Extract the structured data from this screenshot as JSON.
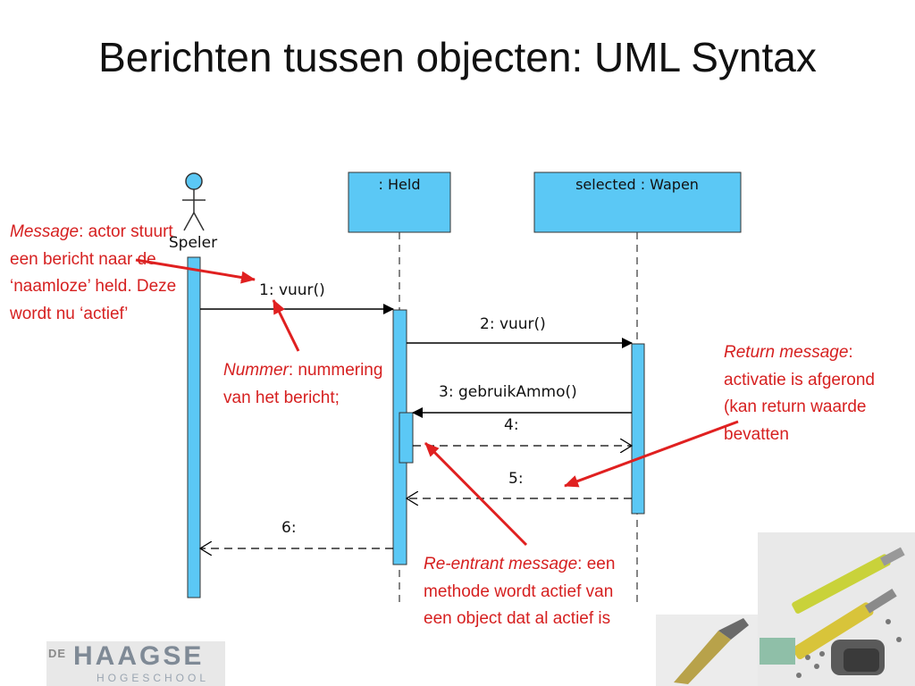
{
  "slide": {
    "title": "Berichten tussen objecten: UML Syntax"
  },
  "diagram": {
    "actor": "Speler",
    "objects": [
      ": Held",
      "selected : Wapen"
    ],
    "messages": [
      {
        "label": "1: vuur()",
        "type": "synchronous",
        "from": "Speler",
        "to": ": Held"
      },
      {
        "label": "2: vuur()",
        "type": "synchronous",
        "from": ": Held",
        "to": "selected : Wapen"
      },
      {
        "label": "3: gebruikAmmo()",
        "type": "synchronous",
        "from": "selected : Wapen",
        "to": ": Held"
      },
      {
        "label": "4:",
        "type": "return",
        "from": ": Held",
        "to": "selected : Wapen"
      },
      {
        "label": "5:",
        "type": "return",
        "from": "selected : Wapen",
        "to": ": Held"
      },
      {
        "label": "6:",
        "type": "return",
        "from": ": Held",
        "to": "Speler"
      }
    ]
  },
  "notes": {
    "message": {
      "term": "Message",
      "text": ": actor stuurt een bericht naar de ‘naamloze’ held. Deze wordt nu ‘actief’"
    },
    "nummer": {
      "term": "Nummer",
      "text": ": nummering van het bericht;"
    },
    "return": {
      "term": "Return message",
      "text": ": activatie is afgerond (kan return waarde bevatten"
    },
    "reentrant": {
      "term": "Re-entrant message",
      "text": ": een methode wordt actief van een object dat al actief is"
    }
  },
  "logo": {
    "prefix": "DE",
    "name": "HAAGSE",
    "sub": "HOGESCHOOL"
  },
  "colors": {
    "lifeline_fill": "#5bc8f5",
    "annotation": "#d62020",
    "text": "#111111"
  },
  "icons": {
    "actor": "stick-figure-icon",
    "tools_photo": "tools-photo-icon"
  }
}
